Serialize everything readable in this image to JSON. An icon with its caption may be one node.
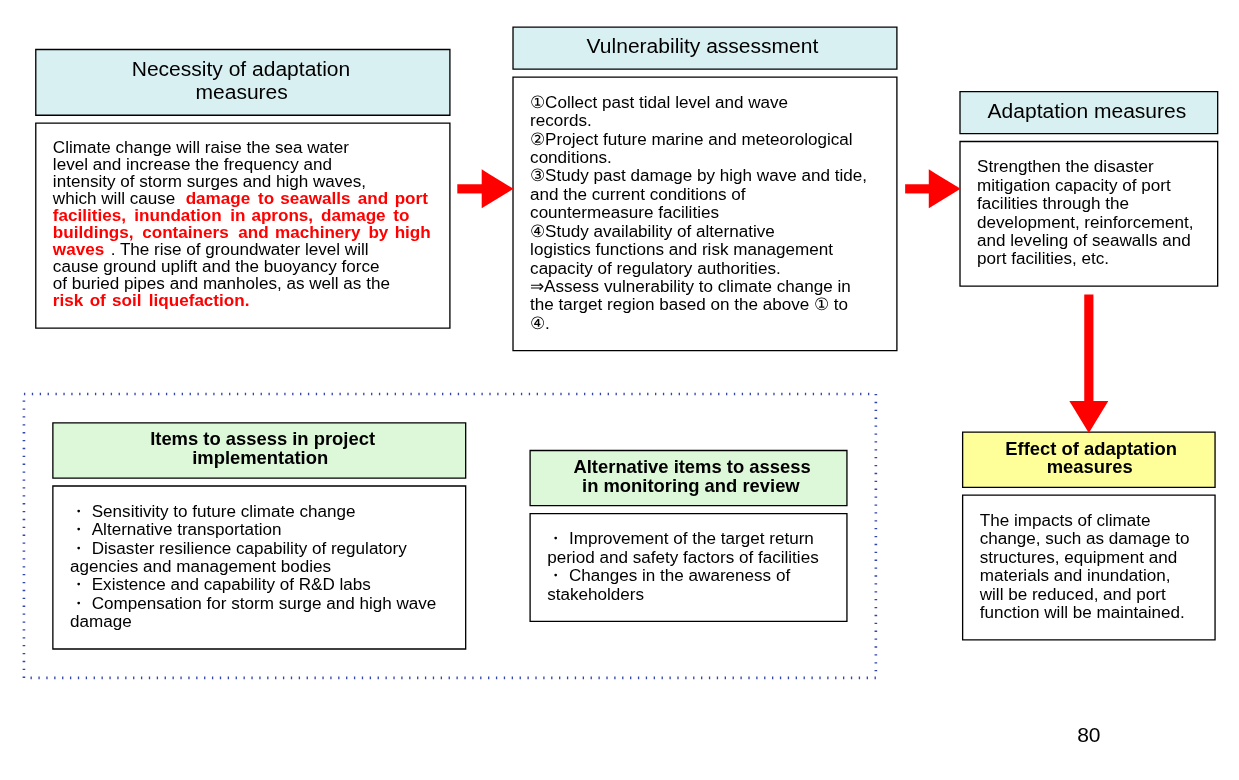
{
  "diagram": {
    "nodes": [
      {
        "text": [
          "Necessity of adaptation measures",
          "Climate change will raise the sea water level and increase the frequency and intensity of storm surges and high waves, which will cause **damage to seawalls and port facilities, inundation in aprons, damage to buildings, containers and machinery by high waves**. The rise of groundwater level will cause ground uplift and the buoyancy force of buried pipes and manholes, as well as the **risk of soil liquefaction.**"
        ]
      },
      {
        "text": [
          "Vulnerability assessment",
          "①Collect past tidal level and wave records.",
          "②Project future marine and meteorological conditions.",
          "③Study past damage by high wave and tide, and the current conditions of countermeasure facilities",
          "④Study availability of alternative logistics functions and risk management capacity of regulatory authorities.",
          "⇒Assess vulnerability to climate change in the target region based on the above ① to ④."
        ]
      },
      {
        "text": [
          "Adaptation measures",
          "Strengthen the disaster mitigation capacity of port facilities through the development, reinforcement, and leveling of seawalls and port facilities, etc."
        ]
      },
      {
        "text": [],
        "shape": "box"
      },
      {
        "text": [
          "Items to assess in project implementation",
          "・ Sensitivity to future climate change",
          "・ Alternative transportation",
          "・ Disaster resilience capability of regulatory agencies and management bodies",
          "・ Existence and capability of R&D labs",
          "・ Compensation for storm surge and high wave damage"
        ],
        "in": 3
      },
      {
        "text": [
          "Alternative items to assess in monitoring and review",
          "・ Improvement of the target return period and safety factors of facilities",
          "・ Changes in the awareness of stakeholders"
        ],
        "in": 3
      },
      {
        "text": [
          "Effect of adaptation measures",
          "The impacts of climate change, such as damage to structures, equipment and materials and inundation, will be reduced, and port function will be maintained."
        ]
      }
    ],
    "edges": [
      {
        "from": 0,
        "to": 1,
        "arrow": "to"
      },
      {
        "from": 1,
        "to": 2,
        "arrow": "to"
      },
      {
        "from": 2,
        "to": 6,
        "arrow": "to"
      }
    ],
    "labels": [
      "80"
    ]
  }
}
